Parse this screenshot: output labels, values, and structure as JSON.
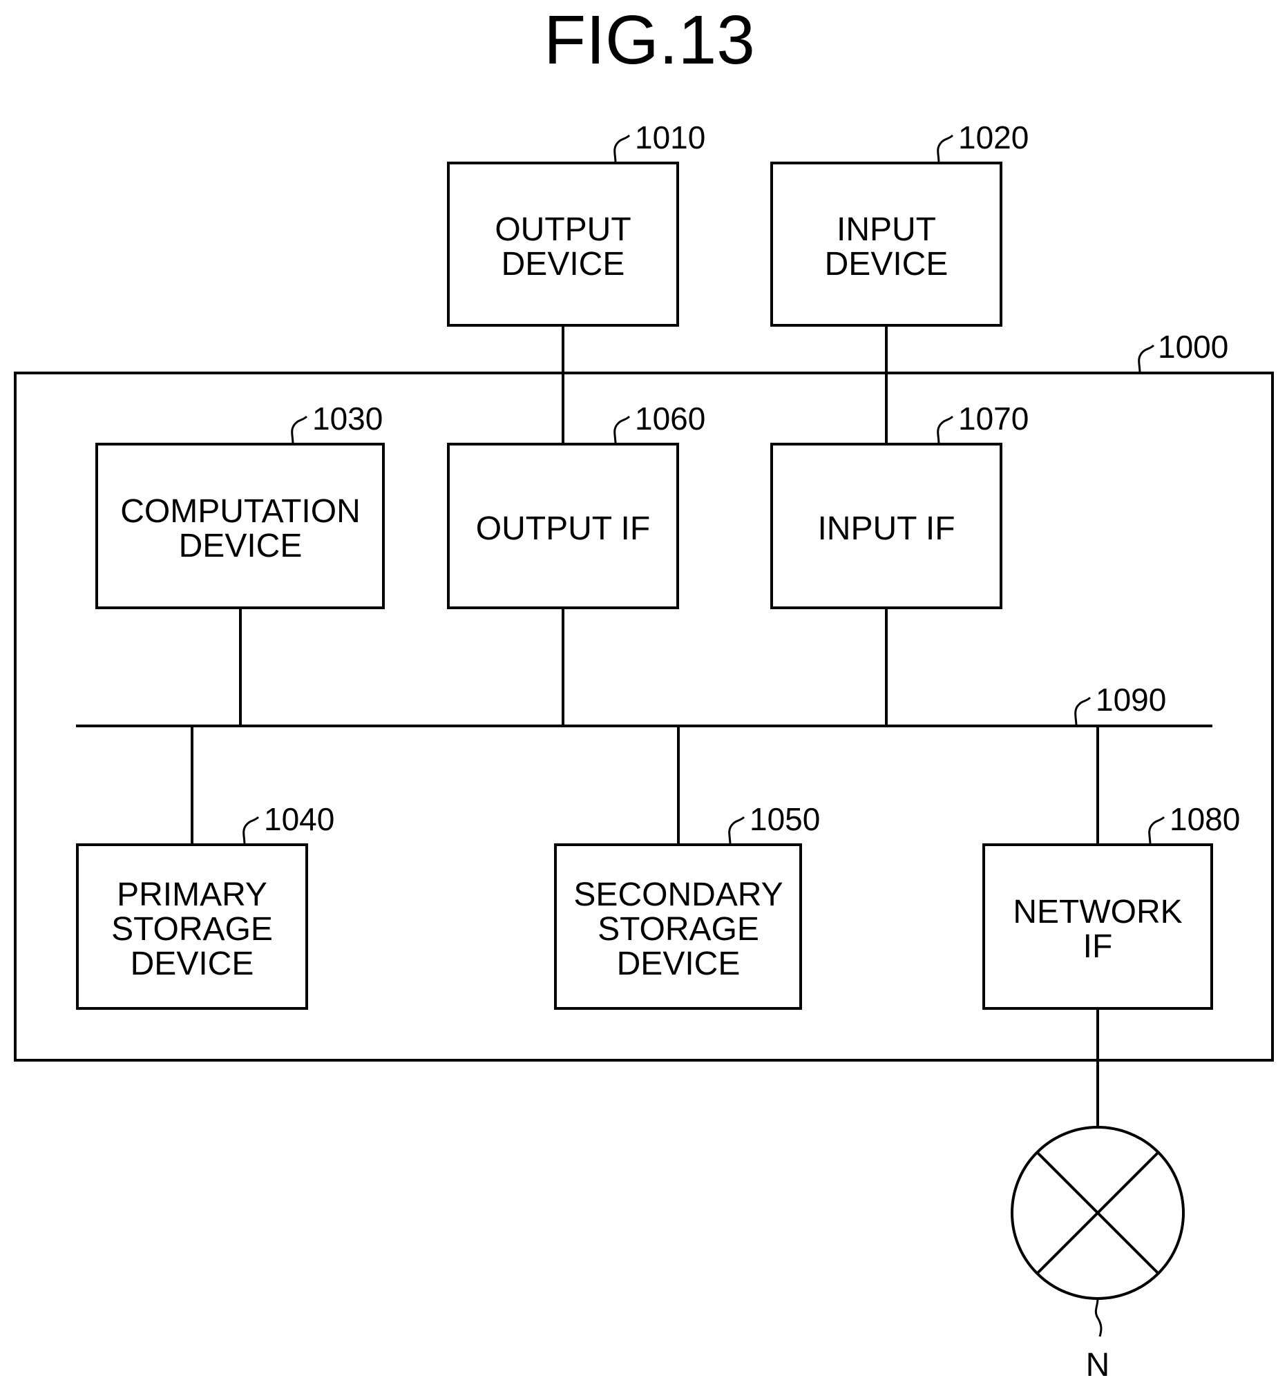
{
  "figure_title": "FIG.13",
  "enclosure": {
    "ref": "1000"
  },
  "bus": {
    "ref": "1090"
  },
  "blocks": {
    "output_device": {
      "ref": "1010",
      "lines": [
        "OUTPUT",
        "DEVICE"
      ]
    },
    "input_device": {
      "ref": "1020",
      "lines": [
        "INPUT",
        "DEVICE"
      ]
    },
    "computation_device": {
      "ref": "1030",
      "lines": [
        "COMPUTATION",
        "DEVICE"
      ]
    },
    "output_if": {
      "ref": "1060",
      "lines": [
        "OUTPUT IF"
      ]
    },
    "input_if": {
      "ref": "1070",
      "lines": [
        "INPUT IF"
      ]
    },
    "primary_storage": {
      "ref": "1040",
      "lines": [
        "PRIMARY",
        "STORAGE",
        "DEVICE"
      ]
    },
    "secondary_storage": {
      "ref": "1050",
      "lines": [
        "SECONDARY",
        "STORAGE",
        "DEVICE"
      ]
    },
    "network_if": {
      "ref": "1080",
      "lines": [
        "NETWORK",
        "IF"
      ]
    }
  },
  "network": {
    "label": "N"
  }
}
